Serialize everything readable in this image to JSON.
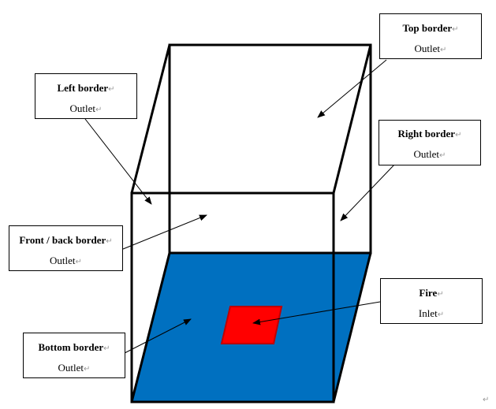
{
  "paragraph_mark": "↵",
  "labels": {
    "top": {
      "title": "Top border",
      "type": "Outlet"
    },
    "left": {
      "title": "Left border",
      "type": "Outlet"
    },
    "right": {
      "title": "Right border",
      "type": "Outlet"
    },
    "front_back": {
      "title": "Front / back border",
      "type": "Outlet"
    },
    "bottom": {
      "title": "Bottom border",
      "type": "Outlet"
    },
    "fire": {
      "title": "Fire",
      "type": "Inlet"
    }
  },
  "colors": {
    "edge": "#000000",
    "bottom_fill": "#0070C0",
    "fire_fill": "#FF0000",
    "fire_stroke": "#C00000",
    "box_border": "#000000"
  }
}
